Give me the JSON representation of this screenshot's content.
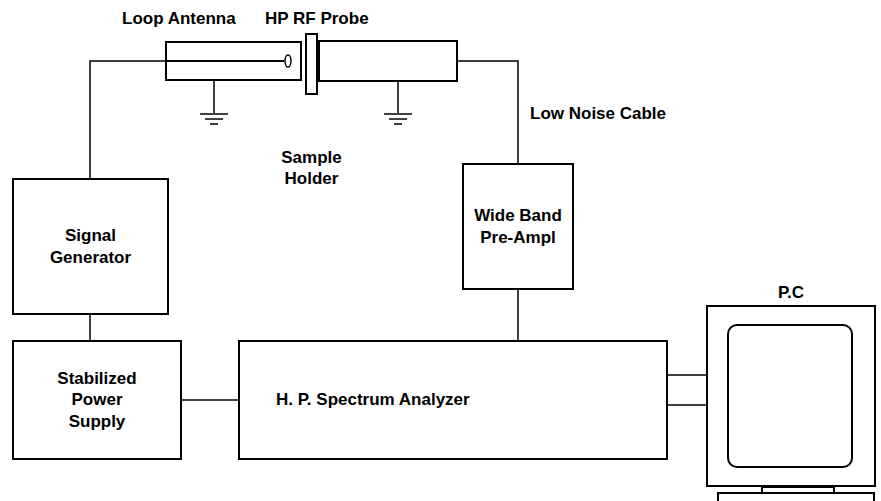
{
  "diagram": {
    "nodes": [
      {
        "text": [
          "Loop Antenna"
        ]
      },
      {
        "text": [
          "HP RF Probe"
        ]
      },
      {
        "text": [
          "Sample Holder"
        ]
      },
      {
        "text": [
          "Signal Generator"
        ]
      },
      {
        "text": [
          "Wide Band Pre-Ampl"
        ]
      },
      {
        "text": [
          "P.C"
        ]
      },
      {
        "text": [
          "Stabilized Power Supply"
        ]
      },
      {
        "text": [
          "H. P. Spectrum Analyzer"
        ]
      }
    ],
    "edges": [
      {
        "from": 0,
        "to": 3,
        "arrow": "none"
      },
      {
        "from": 1,
        "to": 4,
        "label": "Low Noise Cable",
        "arrow": "none"
      },
      {
        "from": 3,
        "to": 6,
        "arrow": "none"
      },
      {
        "from": 6,
        "to": 7,
        "arrow": "none"
      },
      {
        "from": 4,
        "to": 7,
        "arrow": "none"
      },
      {
        "from": 7,
        "to": 5,
        "arrow": "none"
      },
      {
        "from": 7,
        "to": 5,
        "arrow": "none"
      }
    ]
  }
}
